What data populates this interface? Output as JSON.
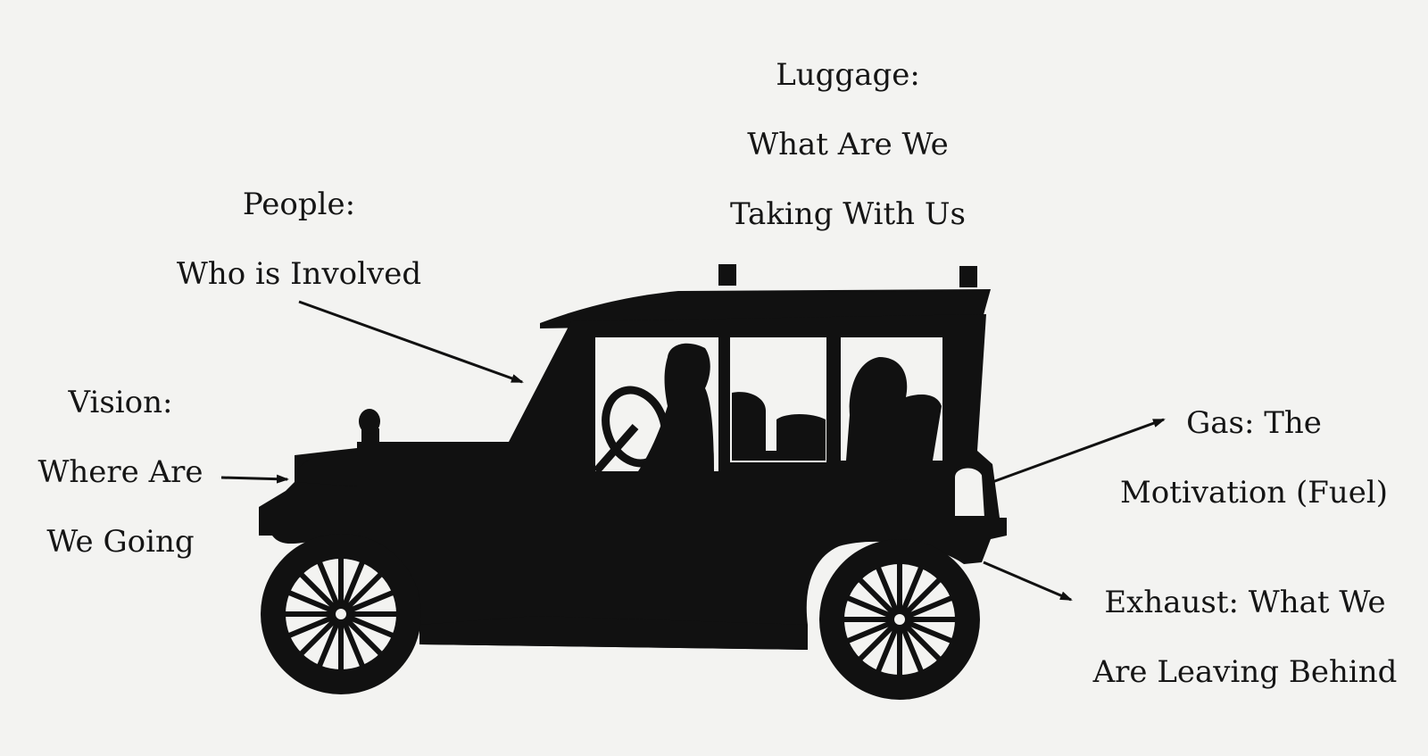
{
  "labels": {
    "luggage": {
      "heading": "Luggage:",
      "line1": "What Are We",
      "line2": "Taking With Us"
    },
    "people": {
      "heading": "People:",
      "line1": "Who is Involved"
    },
    "vision": {
      "heading": "Vision:",
      "line1": "Where Are",
      "line2": "We Going"
    },
    "gas": {
      "line1": "Gas: The",
      "line2": "Motivation (Fuel)"
    },
    "exhaust": {
      "line1": "Exhaust: What We",
      "line2": "Are Leaving Behind"
    }
  },
  "colors": {
    "background": "#f3f3f1",
    "ink": "#111111"
  }
}
